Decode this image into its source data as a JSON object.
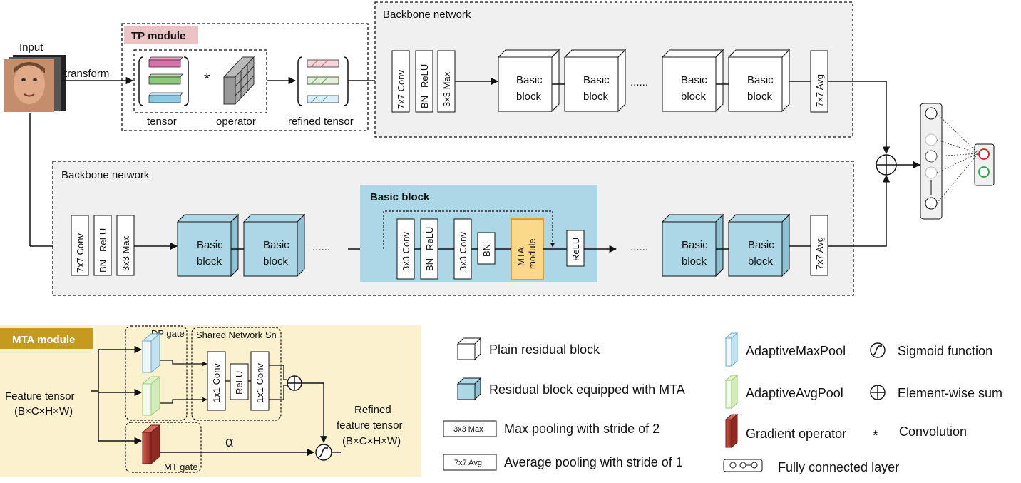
{
  "input": {
    "label": "Input",
    "transform": "transform"
  },
  "tp": {
    "title": "TP module",
    "tensor": "tensor",
    "operator": "operator",
    "refined": "refined tensor",
    "asterisk": "*"
  },
  "backbone_top": {
    "title": "Backbone network",
    "conv": "7x7 Conv",
    "bn": "BN",
    "relu": "ReLU",
    "max": "3x3 Max",
    "block_line1": "Basic",
    "block_line2": "block",
    "dots": "......",
    "avg": "7x7 Avg"
  },
  "backbone_bottom": {
    "title": "Backbone network",
    "conv": "7x7 Conv",
    "bn": "BN",
    "relu": "ReLU",
    "max": "3x3 Max",
    "block_line1": "Basic",
    "block_line2": "block",
    "dots": "......",
    "avg": "7x7 Avg"
  },
  "basic_block": {
    "title": "Basic block",
    "conv1": "3x3 Conv",
    "bn1": "BN",
    "relu1": "ReLU",
    "conv2": "3x3 Conv",
    "bn2": "BN",
    "mta1": "MTA",
    "mta2": "module",
    "relu2": "ReLU"
  },
  "mta": {
    "title": "MTA module",
    "feature1": "Feature tensor",
    "feature2": "(B×C×H×W)",
    "dp_gate": "DP gate",
    "shared": "Shared Network Sn",
    "conv1": "1x1 Conv",
    "relu": "ReLU",
    "conv2": "1x1 Conv",
    "alpha": "α",
    "mt_gate": "MT gate",
    "refined1": "Refined",
    "refined2": "feature tensor",
    "refined3": "(B×C×H×W)"
  },
  "legend": {
    "plain": "Plain residual block",
    "mta_block": "Residual block equipped with MTA",
    "max_box": "3x3 Max",
    "max_text": "Max pooling with stride of 2",
    "avg_box": "7x7 Avg",
    "avg_text": "Average pooling with stride of 1",
    "adaptive_max": "AdaptiveMaxPool",
    "adaptive_avg": "AdaptiveAvgPool",
    "gradient": "Gradient operator",
    "sigmoid": "Sigmoid function",
    "sum": "Element-wise sum",
    "conv_sym": "*",
    "convolution": "Convolution",
    "fc": "Fully connected layer"
  },
  "colors": {
    "tp_title_bg": "#ecc3c4",
    "mta_bg": "#fcf1cf",
    "mta_title_bg": "#c49a1f",
    "basic_block_bg": "#acd7e6",
    "mta_module_fill": "#fcd98a",
    "mta_module_stroke": "#e2a02a",
    "panel_bg": "#f0f0f0",
    "gradient_op": "#b8453a",
    "pos_node": "#d42020",
    "neg_node": "#27a33f"
  }
}
